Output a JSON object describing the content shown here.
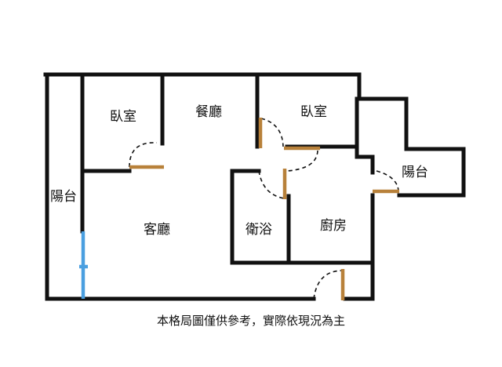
{
  "rooms": {
    "bedroom_left": "臥室",
    "dining_room": "餐廳",
    "bedroom_right": "臥室",
    "balcony_left": "陽台",
    "living_room": "客廳",
    "bathroom": "衛浴",
    "kitchen": "廚房",
    "balcony_right": "陽台"
  },
  "caption": "本格局圖僅供參考，實際依現況為主",
  "colors": {
    "wall": "#111111",
    "door": "#b8813a",
    "window": "#4a9fe0",
    "background": "#ffffff"
  }
}
